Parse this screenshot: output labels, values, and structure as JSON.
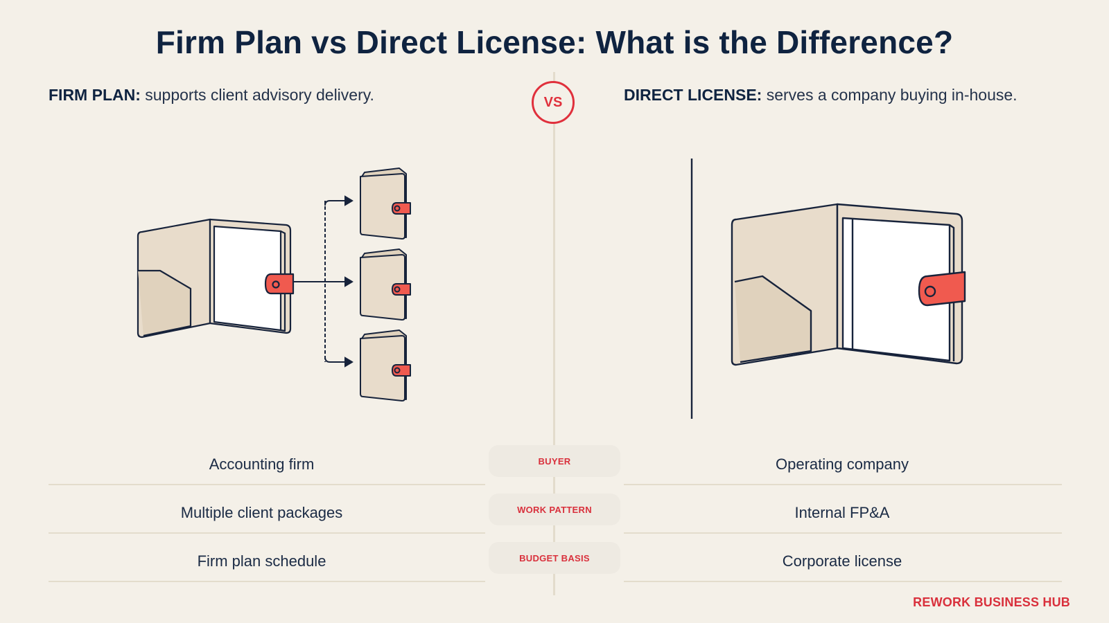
{
  "title": "Firm Plan vs Direct License: What is the Difference?",
  "vs_label": "VS",
  "left": {
    "label": "FIRM PLAN:",
    "description": " supports client advisory delivery."
  },
  "right": {
    "label": "DIRECT LICENSE:",
    "description": " serves a company buying in-house."
  },
  "comparison": [
    {
      "criterion": "BUYER",
      "left": "Accounting firm",
      "right": "Operating company"
    },
    {
      "criterion": "WORK PATTERN",
      "left": "Multiple client packages",
      "right": "Internal FP&A"
    },
    {
      "criterion": "BUDGET BASIS",
      "left": "Firm plan schedule",
      "right": "Corporate license"
    }
  ],
  "brand": "REWORK BUSINESS HUB",
  "icons": [
    "open-portfolio-icon",
    "small-portfolio-icon",
    "split-arrow-icon",
    "large-portfolio-icon"
  ],
  "colors": {
    "background": "#f4f0e8",
    "navy": "#0f2340",
    "accent_red": "#e0303c",
    "tab_red": "#f05a4f",
    "portfolio_fill": "#e8dccb"
  }
}
